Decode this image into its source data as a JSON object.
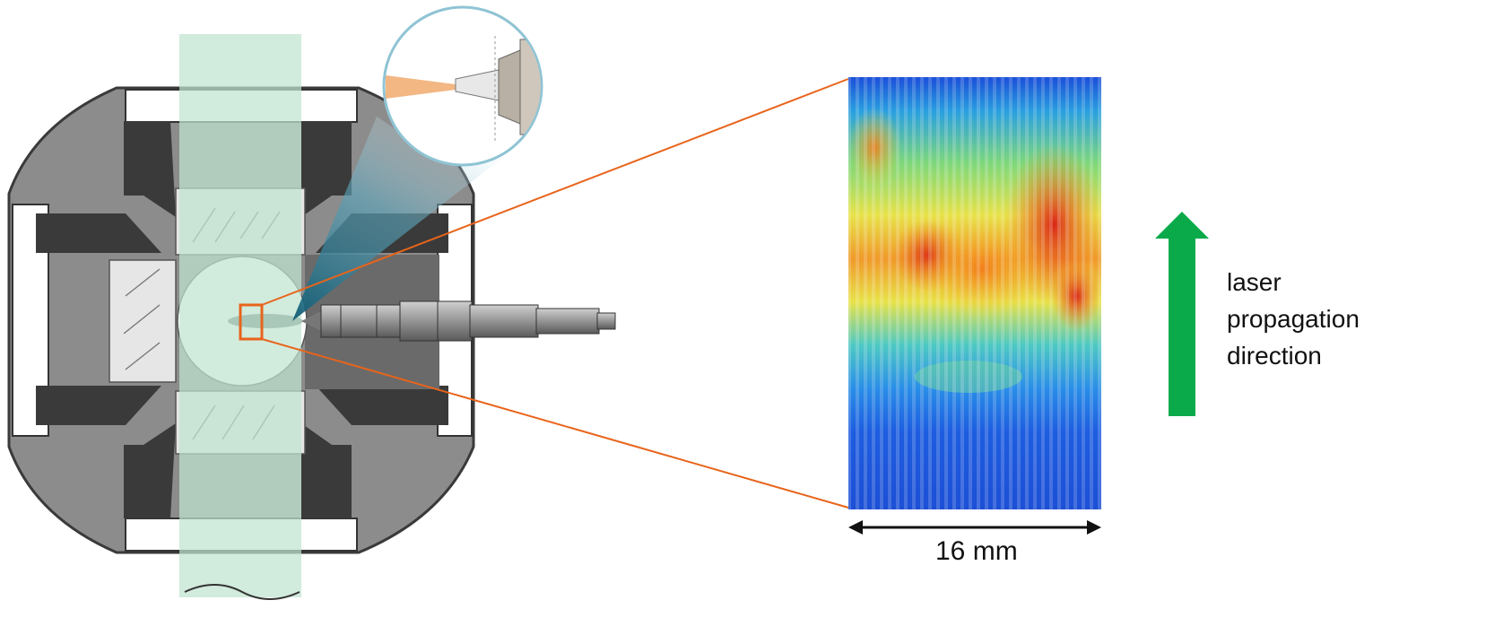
{
  "figure": {
    "scale_bar": {
      "label": "16 mm"
    },
    "laser_note": {
      "lines": [
        "laser",
        "propagation",
        "direction"
      ]
    },
    "colors": {
      "laser_sheet": "#bfe3cf",
      "arrow": "#0aaa4a",
      "zoom_lines": "#e8641b",
      "highlight_box": "#e8641b",
      "chamber_dark": "#4a4a4a",
      "chamber_mid": "#8a8a8a"
    },
    "inset": {
      "colormap": "jet",
      "description_icons": [
        "nozzle-icon",
        "spray-icon"
      ]
    }
  }
}
